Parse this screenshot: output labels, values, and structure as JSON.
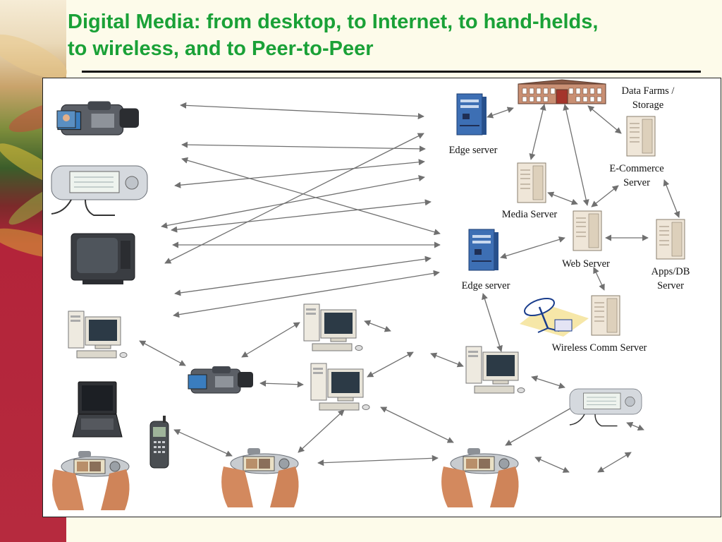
{
  "slide": {
    "title_line1": "Digital Media: from desktop, to Internet, to hand-helds,",
    "title_line2": "to wireless, and to Peer-to-Peer"
  },
  "diagram": {
    "labels": {
      "data_farms_line1": "Data Farms /",
      "data_farms_line2": "Storage",
      "edge_server_top": "Edge server",
      "ecommerce_line1": "E-Commerce",
      "ecommerce_line2": "Server",
      "media_server": "Media Server",
      "web_server": "Web Server",
      "apps_db_line1": "Apps/DB",
      "apps_db_line2": "Server",
      "edge_server_bottom": "Edge server",
      "wireless_comm": "Wireless Comm Server"
    },
    "icons": [
      "camcorder-icon",
      "pda-icon",
      "television-icon",
      "desktop-pc-icon",
      "laptop-icon",
      "cell-phone-icon",
      "video-phone-icon",
      "tower-server-icon",
      "beige-server-icon",
      "data-center-building-icon",
      "satellite-dish-icon"
    ],
    "colors": {
      "title": "#1aa137",
      "arrow": "#707070",
      "server_blue": "#3d6fb4",
      "server_beige": "#efe6d8",
      "sidebar_red": "#b62a3e"
    }
  }
}
